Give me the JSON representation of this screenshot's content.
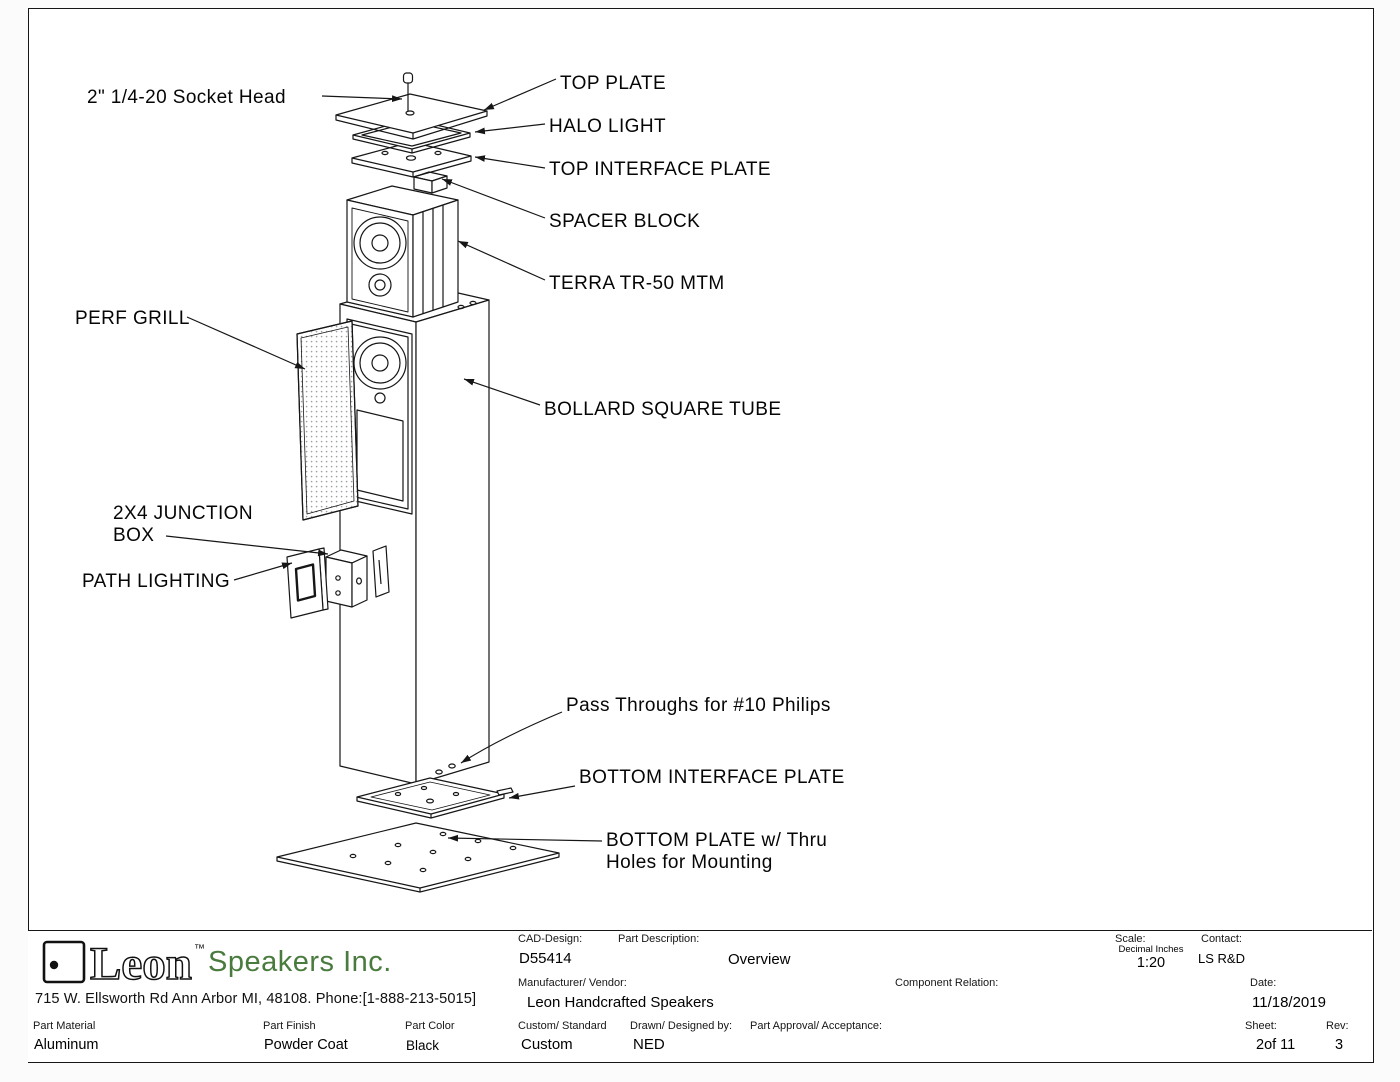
{
  "drawing": {
    "callouts": {
      "socket_head": "2\"  1/4-20 Socket Head",
      "top_plate": "TOP PLATE",
      "halo_light": "HALO LIGHT",
      "top_interface_plate": "TOP INTERFACE PLATE",
      "spacer_block": "SPACER BLOCK",
      "terra": "TERRA TR-50 MTM",
      "perf_grill": "PERF GRILL",
      "bollard_tube": "BOLLARD SQUARE TUBE",
      "junction_box_line1": "2X4 JUNCTION",
      "junction_box_line2": "BOX",
      "path_lighting": "PATH LIGHTING",
      "pass_throughs": "Pass Throughs for #10 Philips",
      "bottom_interface_plate": "BOTTOM INTERFACE PLATE",
      "bottom_plate_line1": "BOTTOM PLATE w/ Thru",
      "bottom_plate_line2": "Holes for Mounting"
    }
  },
  "title_block": {
    "logo_text": "Leon",
    "logo_tm": "™",
    "company": "Speakers Inc.",
    "address": "715 W. Ellsworth Rd Ann Arbor MI,  48108. Phone:[1-888-213-5015]",
    "cad_design": {
      "label": "CAD-Design:",
      "value": "D55414"
    },
    "part_description": {
      "label": "Part Description:",
      "value": "Overview"
    },
    "scale": {
      "label": "Scale:",
      "sub": "Decimal Inches",
      "value": "1:20"
    },
    "contact": {
      "label": "Contact:",
      "value": "LS R&D"
    },
    "manufacturer": {
      "label": "Manufacturer/ Vendor:",
      "value": "Leon Handcrafted Speakers"
    },
    "component_relation": {
      "label": "Component Relation:",
      "value": ""
    },
    "date": {
      "label": "Date:",
      "value": "11/18/2019"
    },
    "part_material": {
      "label": "Part Material",
      "value": "Aluminum"
    },
    "part_finish": {
      "label": "Part Finish",
      "value": "Powder Coat"
    },
    "part_color": {
      "label": "Part Color",
      "value": "Black"
    },
    "custom_standard": {
      "label": "Custom/ Standard",
      "value": "Custom"
    },
    "drawn_by": {
      "label": "Drawn/ Designed by:",
      "value": "NED"
    },
    "approval": {
      "label": "Part Approval/ Acceptance:",
      "value": ""
    },
    "sheet": {
      "label": "Sheet:",
      "value": "2of 11"
    },
    "rev": {
      "label": "Rev:",
      "value": "3"
    }
  },
  "colors": {
    "line": "#161616",
    "accent_green": "#4a7b3e",
    "paper": "#ffffff"
  }
}
